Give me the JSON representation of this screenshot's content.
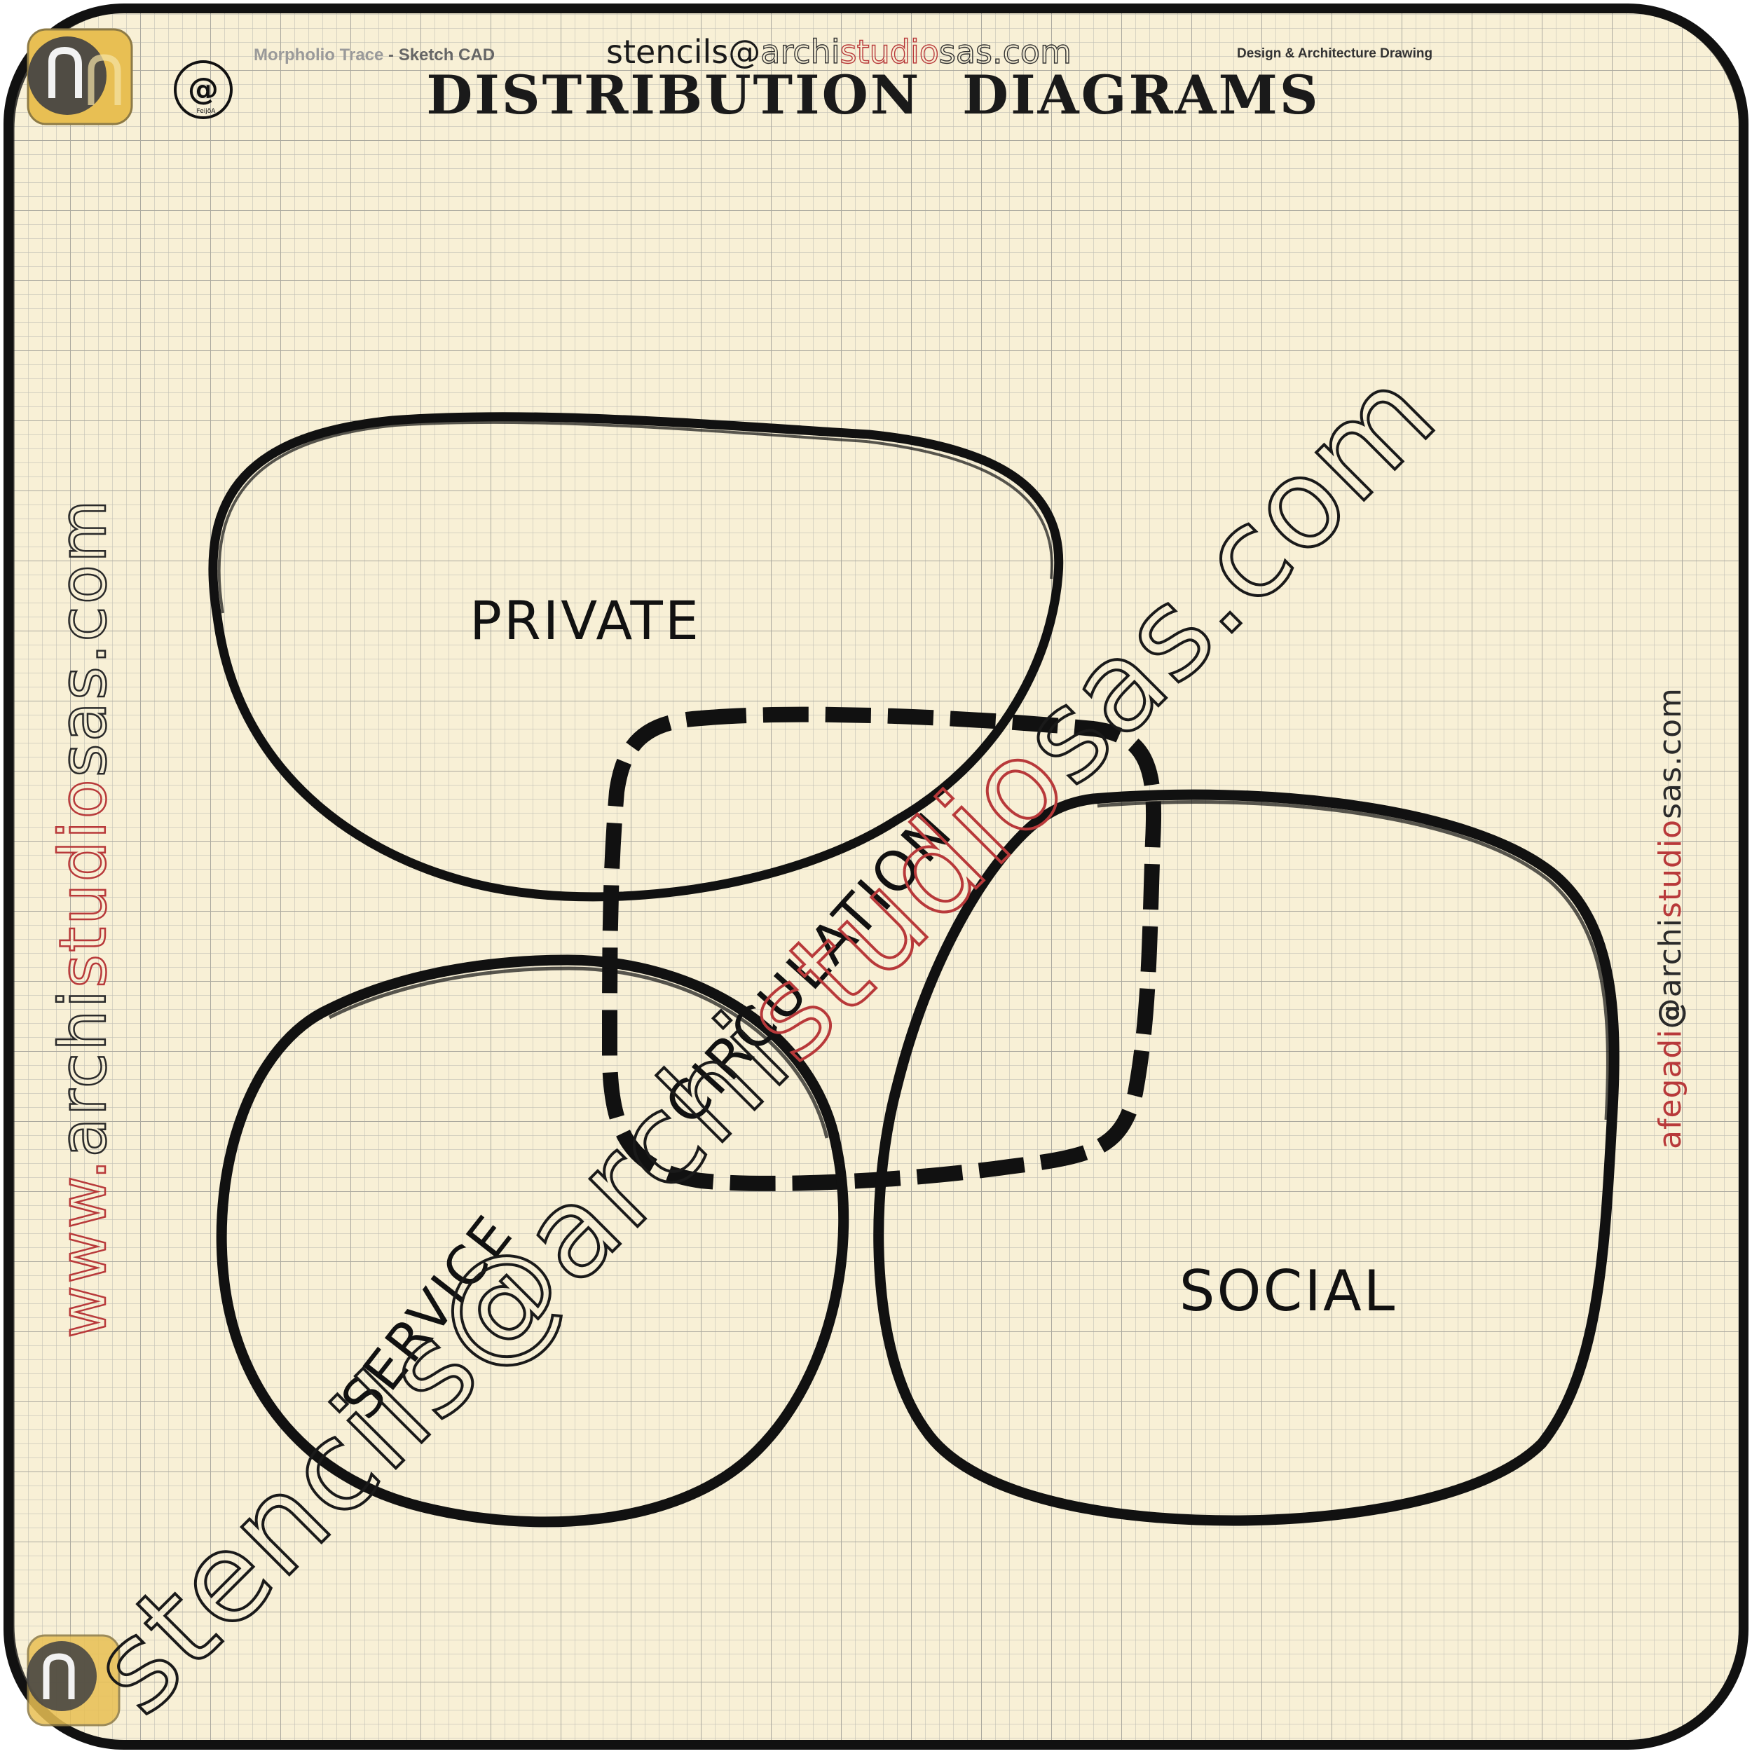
{
  "header": {
    "app_name": "Morpholio Trace",
    "app_dash": " - ",
    "app_product": "Sketch CAD",
    "email_user": "stencils@",
    "email_domain_pre": "archi",
    "email_domain_mid": "studio",
    "email_domain_post": "sas.com",
    "tagline": "Design & Architecture Drawing",
    "title": "DISTRIBUTION  DIAGRAMS",
    "stamp_symbol": "@",
    "stamp_text": "FeijõA"
  },
  "diagram": {
    "zones": [
      {
        "name": "private",
        "label": "PRIVATE",
        "line": "solid"
      },
      {
        "name": "circulation",
        "label": "CIRCULATION",
        "line": "dashed"
      },
      {
        "name": "social",
        "label": "SOCIAL",
        "line": "solid"
      },
      {
        "name": "service",
        "label": "SERVICE",
        "line": "solid"
      }
    ]
  },
  "watermarks": {
    "left_prefix": "www.",
    "left_pre": "archi",
    "left_mid": "studio",
    "left_post": "sas.com",
    "right_user": "afegadi",
    "right_at": "@",
    "right_pre": "archi",
    "right_mid": "studio",
    "right_post": "sas.com",
    "diag_user": "stencils@",
    "diag_pre": "archi",
    "diag_mid": "studio",
    "diag_post": "sas.com"
  },
  "colors": {
    "paper": "#f8f0d6",
    "grid": "#b7b7b0",
    "ink": "#111111",
    "accent_red": "#b8393a",
    "badge_gold": "#e8bf53"
  },
  "icons": [
    "trace-logo-icon",
    "stamp-icon"
  ]
}
